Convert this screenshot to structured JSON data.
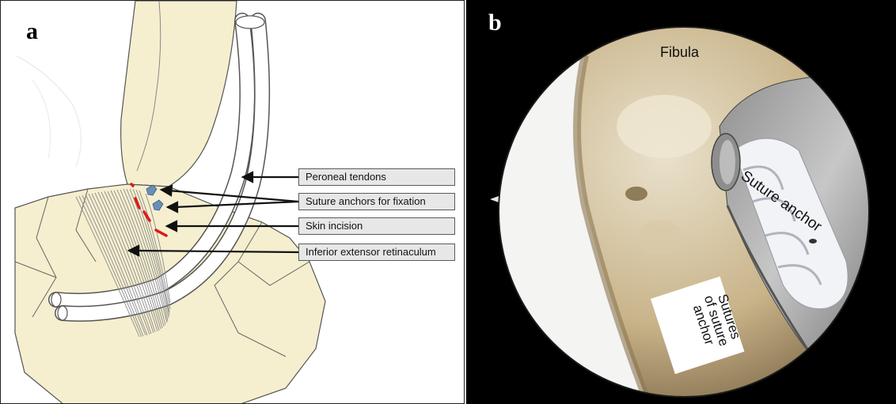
{
  "panel_a": {
    "letter": "a",
    "callouts": {
      "peroneal": "Peroneal tendons",
      "anchors": "Suture anchors for fixation",
      "incision": "Skin incision",
      "retinaculum": "Inferior extensor retinaculum"
    }
  },
  "panel_b": {
    "letter": "b",
    "labels": {
      "fibula": "Fibula",
      "suture_anchor": "Suture anchor",
      "sutures": "Sutures\nof suture\nanchor"
    }
  },
  "colors": {
    "bone": "#f5efcf",
    "incision": "#e01818",
    "anchor": "#6a8fb6",
    "retinaculum": "#b9b9b9"
  }
}
